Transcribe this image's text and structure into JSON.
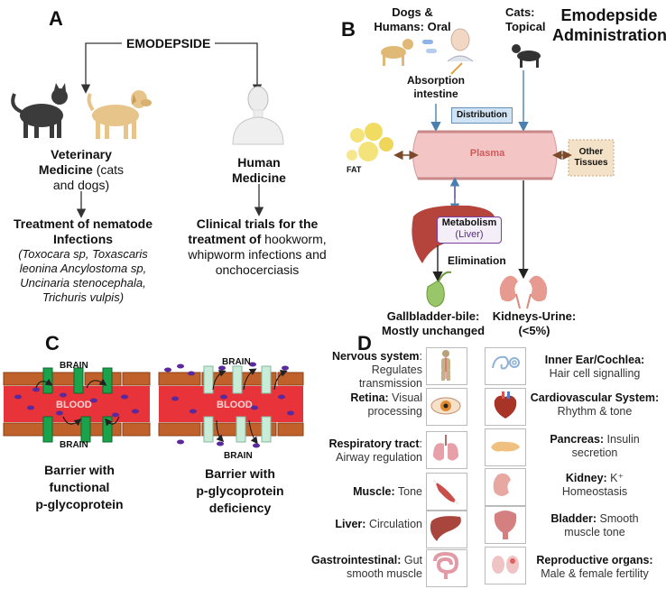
{
  "panelA": {
    "label": "A",
    "top_title": "EMODEPSIDE",
    "vet_title": "Veterinary",
    "vet_title2": "Medicine",
    "vet_paren": "(cats",
    "vet_paren2": "and dogs)",
    "vet_outcome_title": "Treatment of nematode",
    "vet_outcome_title2": "Infections",
    "vet_species": [
      "(Toxocara sp, Toxascaris",
      "leonina Ancylostoma sp,",
      "Uncinaria stenocephala,",
      "Trichuris vulpis)"
    ],
    "human_title": "Human",
    "human_title2": "Medicine",
    "human_outcome_title": "Clinical trials for the",
    "human_outcome_title2": "treatment of",
    "human_outcome_rest": " hookworm,",
    "human_outcome_lines": [
      "whipworm infections and",
      "onchocerciasis"
    ]
  },
  "panelB": {
    "label": "B",
    "title_line1": "Emodepside",
    "title_line2": "Administration",
    "dogs_humans": "Dogs &",
    "dogs_humans2": "Humans: Oral",
    "cats": "Cats:",
    "cats2": "Topical",
    "absorption": "Absorption",
    "absorption2": "intestine",
    "distribution": "Distribution",
    "plasma": "Plasma",
    "fat": "FAT",
    "other_tissues": "Other",
    "other_tissues2": "Tissues",
    "metabolism": "Metabolism",
    "liver": "(Liver)",
    "elimination": "Elimination",
    "gallbladder": "Gallbladder-bile:",
    "gallbladder2": "Mostly unchanged",
    "kidneys": "Kidneys-Urine:",
    "kidneys2": "(<5%)"
  },
  "panelC": {
    "label": "C",
    "brain": "BRAIN",
    "blood": "BLOOD",
    "caption_left": [
      "Barrier with",
      "functional",
      "p-glycoprotein"
    ],
    "caption_right": [
      "Barrier with",
      "p-glycoprotein",
      "deficiency"
    ]
  },
  "panelD": {
    "label": "D",
    "left": [
      {
        "title": "Nervous system",
        "sep": ":",
        "desc1": " Regulates",
        "desc2": "transmission"
      },
      {
        "title": "Retina:",
        "sep": "",
        "desc1": " Visual",
        "desc2": "processing"
      },
      {
        "title": "Respiratory tract",
        "sep": ":",
        "desc1": "",
        "desc2": "Airway regulation"
      },
      {
        "title": "Muscle:",
        "sep": "",
        "desc1": " Tone",
        "desc2": ""
      },
      {
        "title": "Liver:",
        "sep": "",
        "desc1": " Circulation",
        "desc2": ""
      },
      {
        "title": "Gastrointestinal:",
        "sep": "",
        "desc1": " Gut",
        "desc2": "smooth muscle"
      }
    ],
    "right": [
      {
        "title": "Inner Ear/Cochlea:",
        "desc1": "",
        "desc2": "Hair cell signalling"
      },
      {
        "title": "Cardiovascular System:",
        "desc1": "",
        "desc2": "Rhythm & tone"
      },
      {
        "title": "Pancreas:",
        "desc1": " Insulin",
        "desc2": "secretion"
      },
      {
        "title": "Kidney:",
        "desc1": " K⁺",
        "desc2": "Homeostasis"
      },
      {
        "title": "Bladder:",
        "desc1": "  Smooth",
        "desc2": "muscle tone"
      },
      {
        "title": "Reproductive organs:",
        "desc1": "",
        "desc2": "Male & female fertility"
      }
    ]
  },
  "colors": {
    "blood": "#e8333a",
    "brick": "#c0602a",
    "pgp_functional": "#1aa34a",
    "pgp_deficient": "#c9ecd9",
    "molecule": "#5a2a9c",
    "plasma_vessel": "#f3c5c5",
    "liver": "#b5443c",
    "metabolism_border": "#7a3fa0",
    "distribution_box": "#cfe3f5"
  }
}
